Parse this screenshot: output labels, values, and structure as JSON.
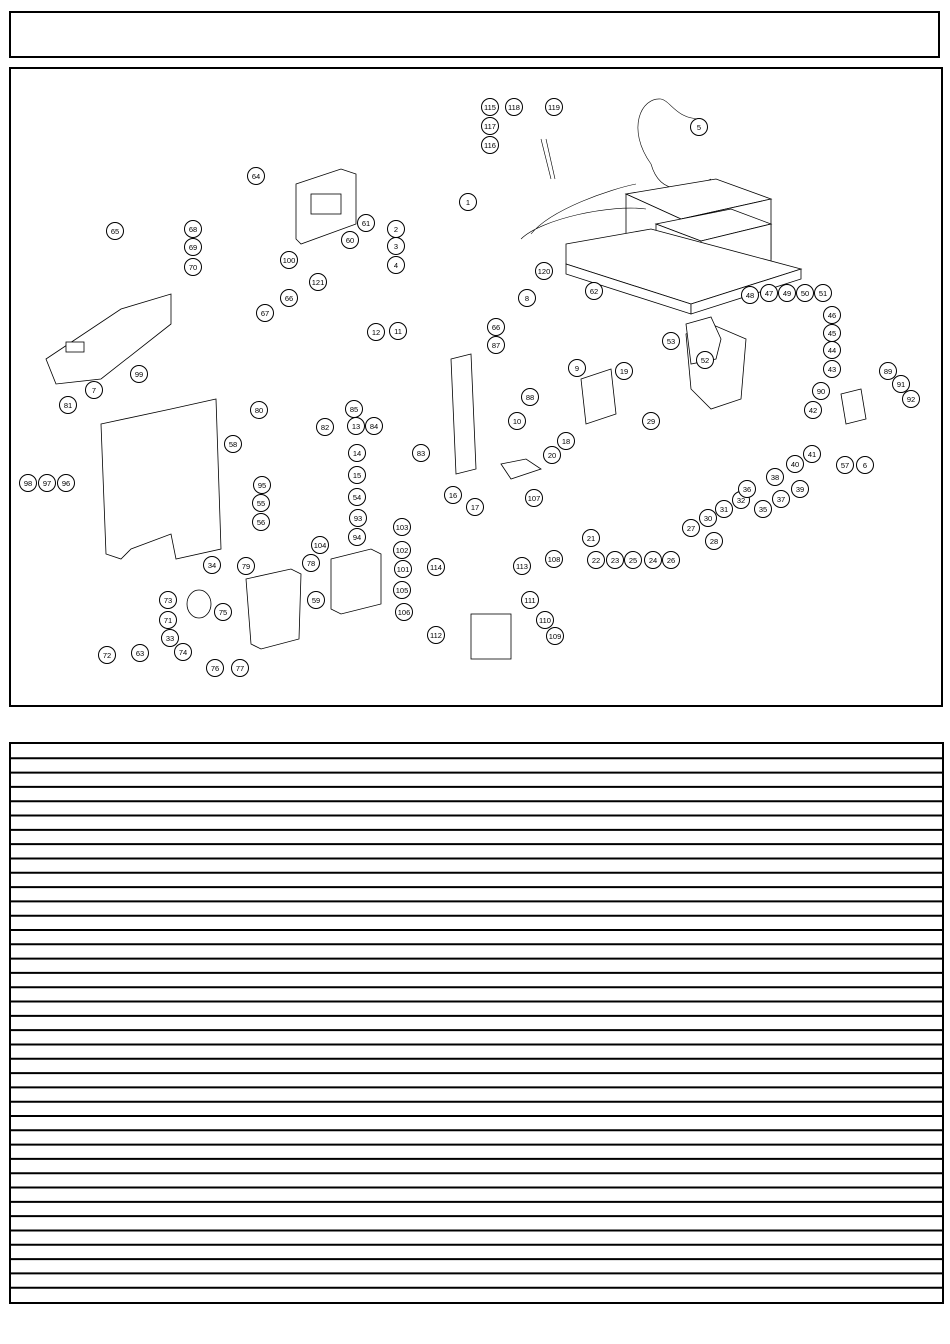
{
  "header": {
    "title": ""
  },
  "callouts": [
    {
      "label": "1"
    },
    {
      "label": "2"
    },
    {
      "label": "3"
    },
    {
      "label": "4"
    },
    {
      "label": "5"
    },
    {
      "label": "6"
    },
    {
      "label": "7"
    },
    {
      "label": "8"
    },
    {
      "label": "9"
    },
    {
      "label": "10"
    },
    {
      "label": "11"
    },
    {
      "label": "12"
    },
    {
      "label": "13"
    },
    {
      "label": "14"
    },
    {
      "label": "15"
    },
    {
      "label": "16"
    },
    {
      "label": "17"
    },
    {
      "label": "18"
    },
    {
      "label": "19"
    },
    {
      "label": "20"
    },
    {
      "label": "21"
    },
    {
      "label": "22"
    },
    {
      "label": "23"
    },
    {
      "label": "24"
    },
    {
      "label": "25"
    },
    {
      "label": "26"
    },
    {
      "label": "27"
    },
    {
      "label": "28"
    },
    {
      "label": "29"
    },
    {
      "label": "30"
    },
    {
      "label": "31"
    },
    {
      "label": "32"
    },
    {
      "label": "33"
    },
    {
      "label": "34"
    },
    {
      "label": "35"
    },
    {
      "label": "36"
    },
    {
      "label": "37"
    },
    {
      "label": "38"
    },
    {
      "label": "39"
    },
    {
      "label": "40"
    },
    {
      "label": "41"
    },
    {
      "label": "42"
    },
    {
      "label": "43"
    },
    {
      "label": "44"
    },
    {
      "label": "45"
    },
    {
      "label": "46"
    },
    {
      "label": "47"
    },
    {
      "label": "48"
    },
    {
      "label": "49"
    },
    {
      "label": "50"
    },
    {
      "label": "51"
    },
    {
      "label": "52"
    },
    {
      "label": "53"
    },
    {
      "label": "54"
    },
    {
      "label": "55"
    },
    {
      "label": "56"
    },
    {
      "label": "57"
    },
    {
      "label": "58"
    },
    {
      "label": "59"
    },
    {
      "label": "60"
    },
    {
      "label": "61"
    },
    {
      "label": "62"
    },
    {
      "label": "63"
    },
    {
      "label": "64"
    },
    {
      "label": "65"
    },
    {
      "label": "66"
    },
    {
      "label": "66"
    },
    {
      "label": "67"
    },
    {
      "label": "68"
    },
    {
      "label": "69"
    },
    {
      "label": "70"
    },
    {
      "label": "71"
    },
    {
      "label": "72"
    },
    {
      "label": "73"
    },
    {
      "label": "74"
    },
    {
      "label": "75"
    },
    {
      "label": "76"
    },
    {
      "label": "77"
    },
    {
      "label": "78"
    },
    {
      "label": "79"
    },
    {
      "label": "80"
    },
    {
      "label": "81"
    },
    {
      "label": "82"
    },
    {
      "label": "83"
    },
    {
      "label": "84"
    },
    {
      "label": "85"
    },
    {
      "label": "87"
    },
    {
      "label": "88"
    },
    {
      "label": "89"
    },
    {
      "label": "90"
    },
    {
      "label": "91"
    },
    {
      "label": "92"
    },
    {
      "label": "93"
    },
    {
      "label": "94"
    },
    {
      "label": "95"
    },
    {
      "label": "96"
    },
    {
      "label": "97"
    },
    {
      "label": "98"
    },
    {
      "label": "99"
    },
    {
      "label": "100"
    },
    {
      "label": "101"
    },
    {
      "label": "102"
    },
    {
      "label": "103"
    },
    {
      "label": "104"
    },
    {
      "label": "105"
    },
    {
      "label": "106"
    },
    {
      "label": "107"
    },
    {
      "label": "108"
    },
    {
      "label": "109"
    },
    {
      "label": "110"
    },
    {
      "label": "111"
    },
    {
      "label": "112"
    },
    {
      "label": "113"
    },
    {
      "label": "114"
    },
    {
      "label": "115"
    },
    {
      "label": "116"
    },
    {
      "label": "117"
    },
    {
      "label": "118"
    },
    {
      "label": "119"
    },
    {
      "label": "120"
    },
    {
      "label": "121"
    }
  ],
  "parts_table": {
    "row_count": 39,
    "rows": []
  }
}
